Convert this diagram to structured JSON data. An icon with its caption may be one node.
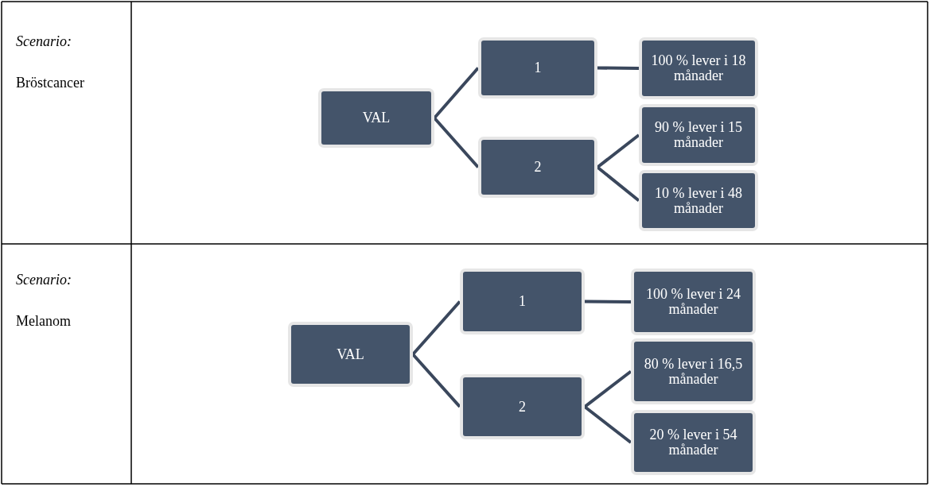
{
  "diagram": {
    "nodes": [
      {
        "text": [
          "VAL"
        ]
      },
      {
        "text": [
          "1"
        ]
      },
      {
        "text": [
          "2"
        ]
      },
      {
        "text": [
          "100 % lever i 18 månader"
        ]
      },
      {
        "text": [
          "90 % lever i 15 månader"
        ]
      },
      {
        "text": [
          "10 % lever i 48 månader"
        ]
      },
      {
        "text": [
          "VAL"
        ]
      },
      {
        "text": [
          "1"
        ]
      },
      {
        "text": [
          "2"
        ]
      },
      {
        "text": [
          "100 % lever i 24 månader"
        ]
      },
      {
        "text": [
          "80 % lever i 16,5 månader"
        ]
      },
      {
        "text": [
          "20 % lever i 54 månader"
        ]
      }
    ],
    "edges": [
      {
        "from": 0,
        "to": 1,
        "arrow": "none"
      },
      {
        "from": 0,
        "to": 2,
        "arrow": "none"
      },
      {
        "from": 1,
        "to": 3,
        "arrow": "none"
      },
      {
        "from": 2,
        "to": 4,
        "arrow": "none"
      },
      {
        "from": 2,
        "to": 5,
        "arrow": "none"
      },
      {
        "from": 6,
        "to": 7,
        "arrow": "none"
      },
      {
        "from": 6,
        "to": 8,
        "arrow": "none"
      },
      {
        "from": 7,
        "to": 9,
        "arrow": "none"
      },
      {
        "from": 8,
        "to": 10,
        "arrow": "none"
      },
      {
        "from": 8,
        "to": 11,
        "arrow": "none"
      }
    ],
    "labels": [
      "Scenario:",
      "Bröstcancer",
      "Scenario:",
      "Melanom"
    ]
  }
}
